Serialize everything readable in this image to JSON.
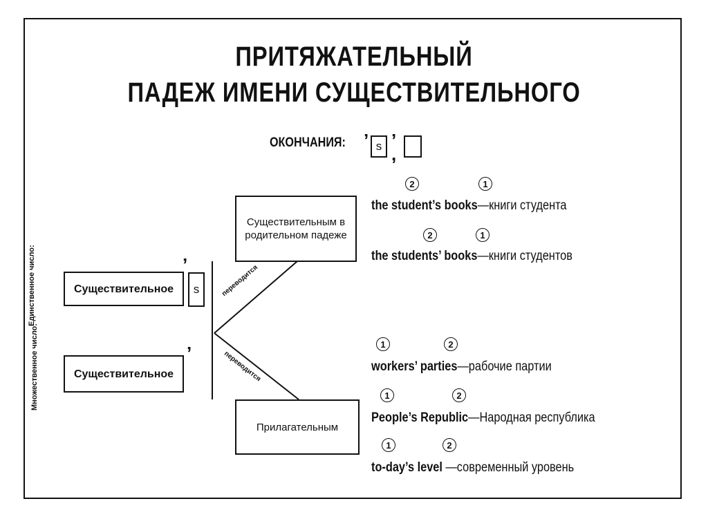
{
  "title": {
    "line1": "ПРИТЯЖАТЕЛЬНЫЙ",
    "line2": "ПАДЕЖ ИМЕНИ СУЩЕСТВИТЕЛЬНОГО"
  },
  "endings": {
    "label": "ОКОНЧАНИЯ:",
    "apostrophe": "’",
    "comma": ",",
    "s": "s"
  },
  "left": {
    "singular_label": "Единственное число:",
    "plural_label": "Множественное число:",
    "noun_singular": "Существительное",
    "noun_plural": "Существительное",
    "s_box": "s",
    "apostrophe": "’"
  },
  "branches": {
    "translated_upper": "переводится",
    "translated_lower": "переводится",
    "genitive_box": "Существительным в родительном падеже",
    "adjective_box": "Прилагательным"
  },
  "examples": {
    "ex1": {
      "n1": "2",
      "n2": "1",
      "en": "the student’s books",
      "ru": "—книги студента"
    },
    "ex2": {
      "n1": "2",
      "n2": "1",
      "en": "the students’ books",
      "ru": "—книги студентов"
    },
    "ex3": {
      "n1": "1",
      "n2": "2",
      "en": "workers’ parties",
      "ru": "—рабочие партии"
    },
    "ex4": {
      "n1": "1",
      "n2": "2",
      "en": "People’s Republic",
      "ru": "—Народная республика"
    },
    "ex5": {
      "n1": "1",
      "n2": "2",
      "en": "to-day’s level",
      "ru": " —современный уровень"
    }
  }
}
